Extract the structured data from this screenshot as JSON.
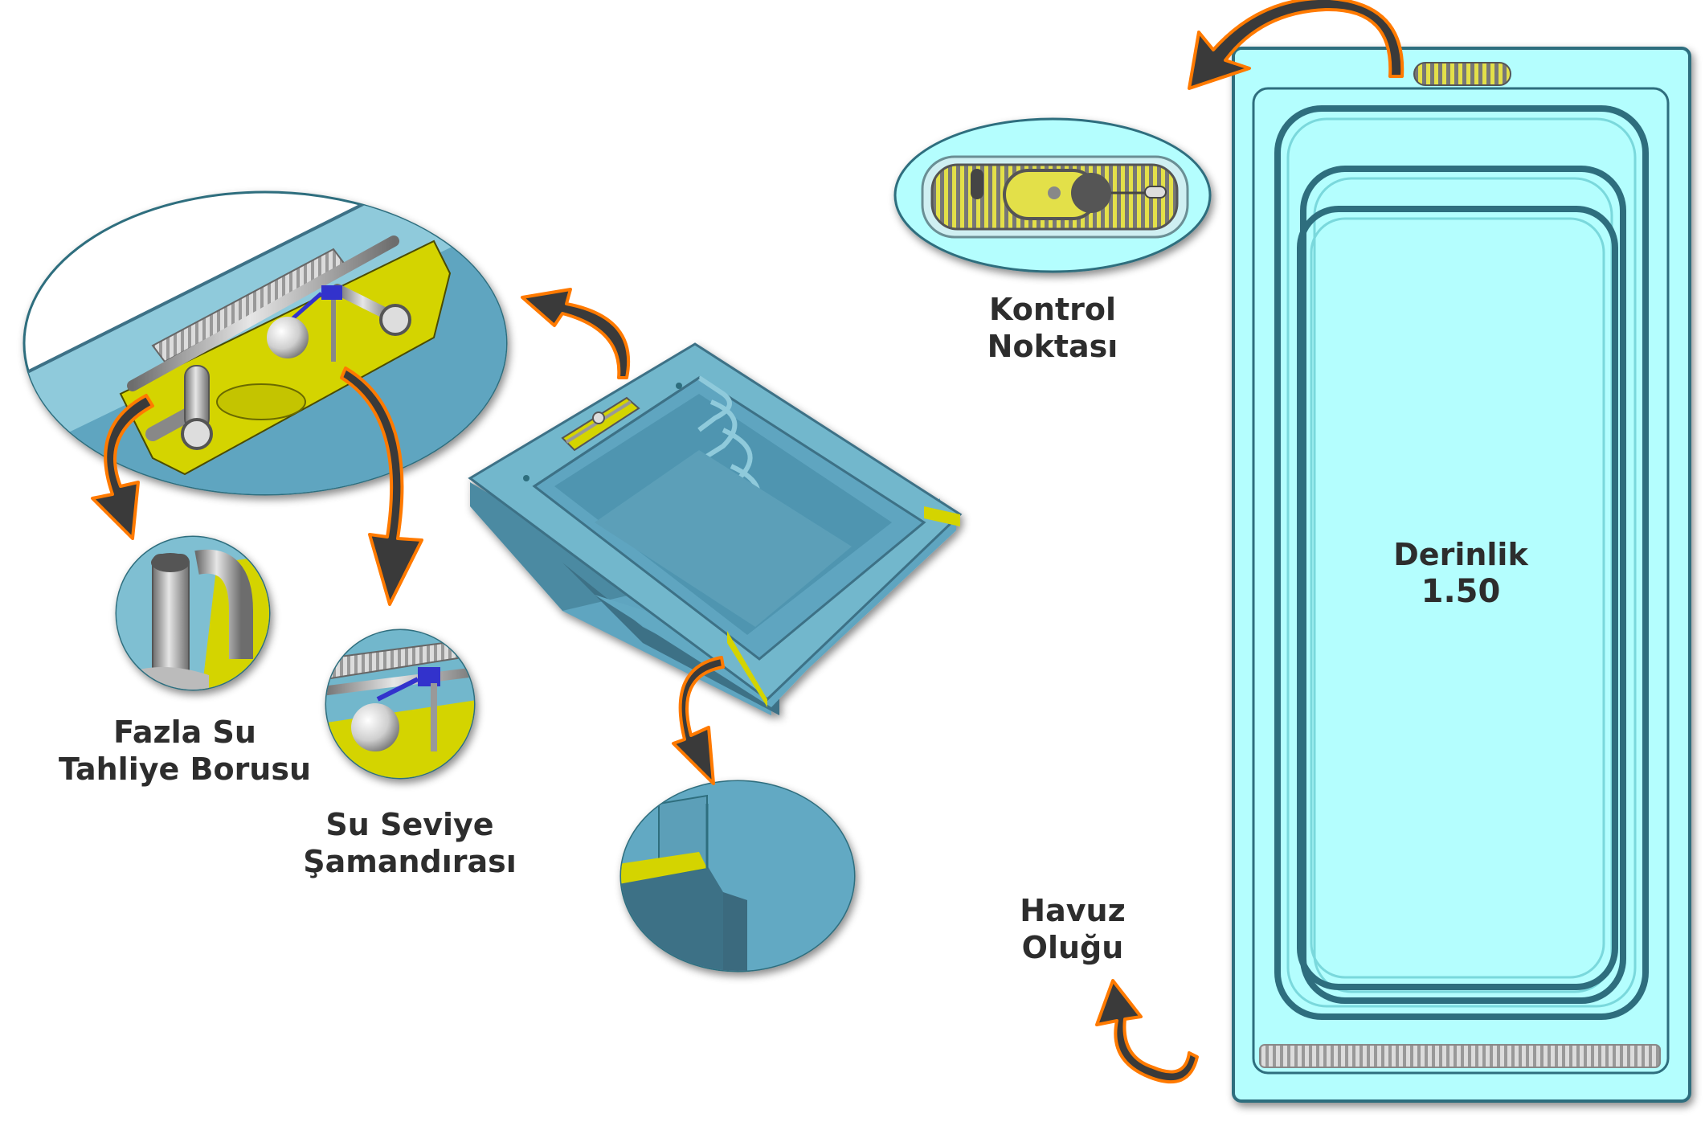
{
  "labels": {
    "kontrol": [
      "Kontrol",
      "Noktası"
    ],
    "fazla": [
      "Fazla Su",
      "Tahliye Borusu"
    ],
    "seviye": [
      "Su Seviye",
      "Şamandırası"
    ],
    "havuz": [
      "Havuz",
      "Oluğu"
    ],
    "derinlik": [
      "Derinlik",
      "1.50"
    ]
  },
  "colors": {
    "pool_side": "#5fa5c0",
    "pool_dark": "#3d7186",
    "pool_top_view": "#b4fefe",
    "pool_top_stroke": "#2f6e7e",
    "yellow": "#d4d400",
    "arrow_fill": "#3a3a3a",
    "arrow_outline": "#ff7a00",
    "label_text": "#2d2d2d"
  },
  "icons": [
    "curved-arrow-icon",
    "float-ball-icon",
    "overflow-pipe-icon",
    "grille-icon"
  ]
}
